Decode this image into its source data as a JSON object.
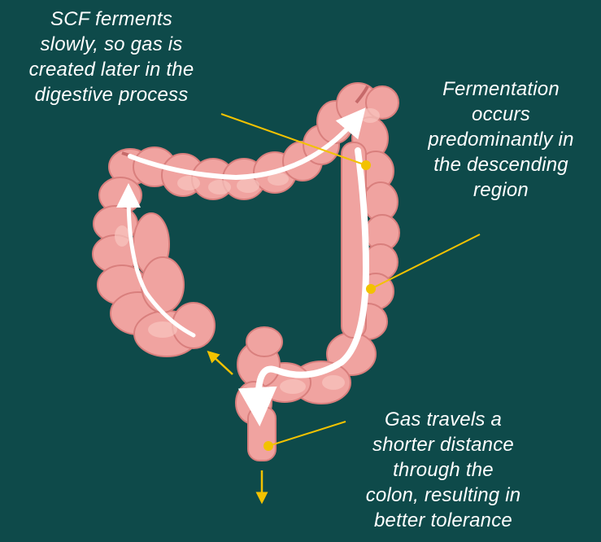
{
  "colors": {
    "background": "#0e4a4a",
    "colon_fill": "#f0a3a0",
    "colon_shade": "#d97f7d",
    "colon_highlight": "#f8c4bf",
    "arrow": "#ffffff",
    "callout": "#f2c200"
  },
  "captions": {
    "scf_lines": [
      "SCF ferments",
      "slowly, so gas is",
      "created later in the",
      "digestive process"
    ],
    "fermentation_lines": [
      "Fermentation",
      "occurs",
      "predominantly in",
      "the descending",
      "region"
    ],
    "gas_lines": [
      "Gas travels a",
      "shorter distance",
      "through the",
      "colon, resulting in",
      "better tolerance"
    ]
  }
}
